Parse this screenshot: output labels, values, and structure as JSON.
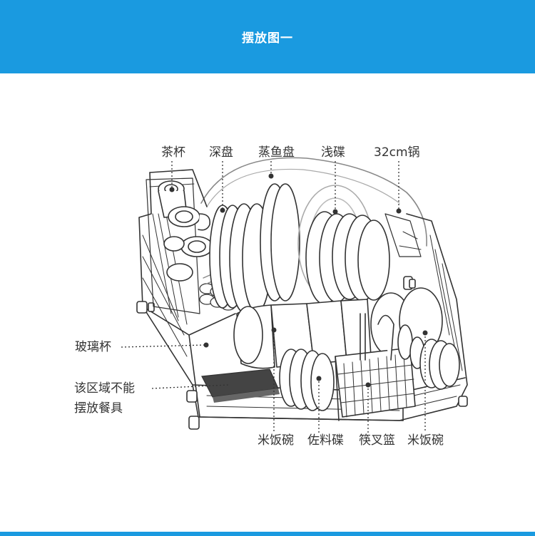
{
  "header": {
    "title": "摆放图一"
  },
  "labels": {
    "top": [
      "茶杯",
      "深盘",
      "蒸鱼盘",
      "浅碟",
      "32cm锅"
    ],
    "left_glass": "玻璃杯",
    "left_restricted_line1": "该区域不能",
    "left_restricted_line2": "摆放餐具",
    "bottom": [
      "米饭碗",
      "佐料碟",
      "筷叉篮",
      "米饭碗"
    ]
  },
  "colors": {
    "banner": "#1a9ae0",
    "line": "#333333",
    "restricted_zone": "#444444"
  }
}
